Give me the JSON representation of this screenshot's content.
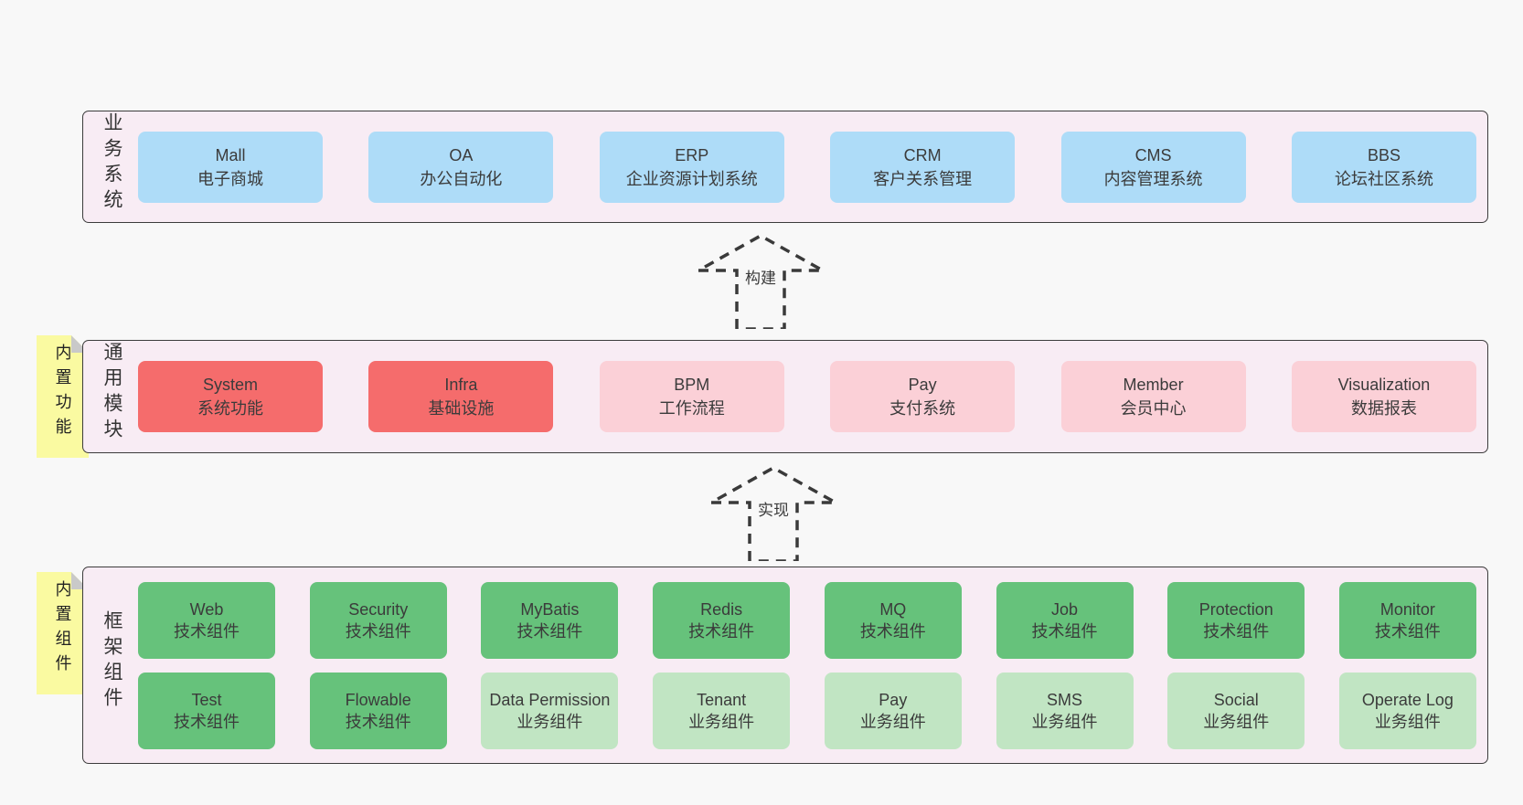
{
  "colors": {
    "page_bg": "#f8f8f8",
    "layer_bg": "#f8ecf4",
    "layer_border": "#3c3c3c",
    "blue": "#aedcf8",
    "red": "#f56c6c",
    "pink": "#fbd0d7",
    "green": "#66c27b",
    "lightgreen": "#c1e5c3",
    "tag_yellow": "#fafaa1",
    "text": "#3b3b3b"
  },
  "arrows": [
    {
      "label": "构建"
    },
    {
      "label": "实现"
    }
  ],
  "layers": [
    {
      "side_label": "业务系统",
      "rows": [
        [
          {
            "name": "Mall",
            "desc": "电子商城",
            "variant": "blue"
          },
          {
            "name": "OA",
            "desc": "办公自动化",
            "variant": "blue"
          },
          {
            "name": "ERP",
            "desc": "企业资源计划系统",
            "variant": "blue"
          },
          {
            "name": "CRM",
            "desc": "客户关系管理",
            "variant": "blue"
          },
          {
            "name": "CMS",
            "desc": "内容管理系统",
            "variant": "blue"
          },
          {
            "name": "BBS",
            "desc": "论坛社区系统",
            "variant": "blue"
          }
        ]
      ]
    },
    {
      "side_label": "通用模块",
      "tag": "内置功能",
      "rows": [
        [
          {
            "name": "System",
            "desc": "系统功能",
            "variant": "red"
          },
          {
            "name": "Infra",
            "desc": "基础设施",
            "variant": "red"
          },
          {
            "name": "BPM",
            "desc": "工作流程",
            "variant": "pink"
          },
          {
            "name": "Pay",
            "desc": "支付系统",
            "variant": "pink"
          },
          {
            "name": "Member",
            "desc": "会员中心",
            "variant": "pink"
          },
          {
            "name": "Visualization",
            "desc": "数据报表",
            "variant": "pink"
          }
        ]
      ]
    },
    {
      "side_label": "框架组件",
      "tag": "内置组件",
      "rows": [
        [
          {
            "name": "Web",
            "desc": "技术组件",
            "variant": "green"
          },
          {
            "name": "Security",
            "desc": "技术组件",
            "variant": "green"
          },
          {
            "name": "MyBatis",
            "desc": "技术组件",
            "variant": "green"
          },
          {
            "name": "Redis",
            "desc": "技术组件",
            "variant": "green"
          },
          {
            "name": "MQ",
            "desc": "技术组件",
            "variant": "green"
          },
          {
            "name": "Job",
            "desc": "技术组件",
            "variant": "green"
          },
          {
            "name": "Protection",
            "desc": "技术组件",
            "variant": "green"
          },
          {
            "name": "Monitor",
            "desc": "技术组件",
            "variant": "green"
          }
        ],
        [
          {
            "name": "Test",
            "desc": "技术组件",
            "variant": "green"
          },
          {
            "name": "Flowable",
            "desc": "技术组件",
            "variant": "green"
          },
          {
            "name": "Data Permission",
            "desc": "业务组件",
            "variant": "lightgreen"
          },
          {
            "name": "Tenant",
            "desc": "业务组件",
            "variant": "lightgreen"
          },
          {
            "name": "Pay",
            "desc": "业务组件",
            "variant": "lightgreen"
          },
          {
            "name": "SMS",
            "desc": "业务组件",
            "variant": "lightgreen"
          },
          {
            "name": "Social",
            "desc": "业务组件",
            "variant": "lightgreen"
          },
          {
            "name": "Operate Log",
            "desc": "业务组件",
            "variant": "lightgreen"
          }
        ]
      ]
    }
  ]
}
